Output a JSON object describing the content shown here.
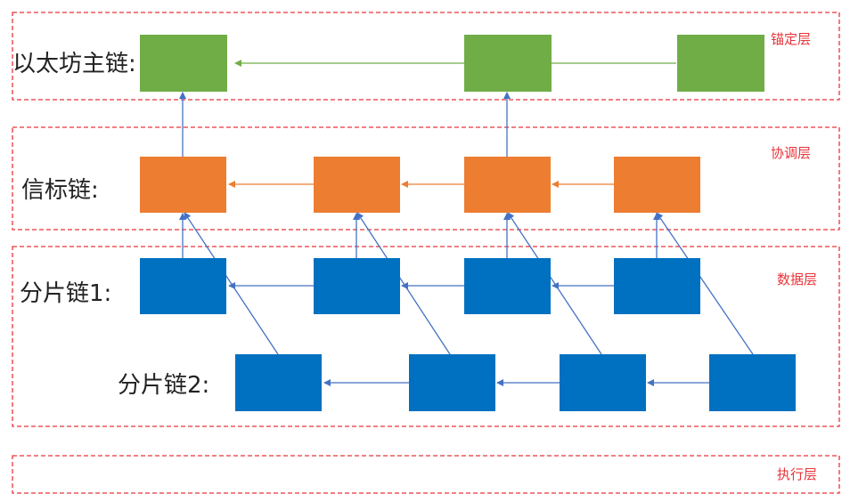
{
  "colors": {
    "layer_border": "#e8343a",
    "layer_label": "#e8343a",
    "eth_block": "#70ad47",
    "eth_arrow": "#70ad47",
    "beacon_block": "#ed7d31",
    "beacon_arrow": "#ed7d31",
    "shard_block": "#0070c0",
    "link_arrow": "#4472c4"
  },
  "layers": {
    "anchor": "锚定层",
    "coordination": "协调层",
    "data": "数据层",
    "execution": "执行层"
  },
  "chains": {
    "eth_main": "以太坊主链:",
    "beacon": "信标链:",
    "shard1": "分片链1:",
    "shard2": "分片链2:"
  }
}
